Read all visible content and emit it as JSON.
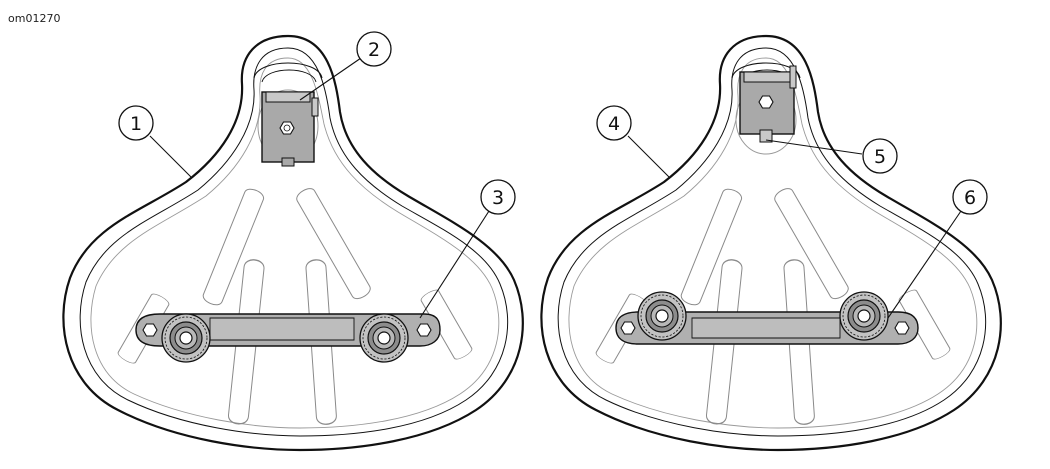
{
  "figure_id": "om01270",
  "callouts": [
    "1",
    "2",
    "3",
    "4",
    "5",
    "6"
  ],
  "colors": {
    "outline": "#111111",
    "light_line": "#9a9a9a",
    "metal": "#a9a9a9",
    "metal_dark": "#7d7d7d"
  }
}
